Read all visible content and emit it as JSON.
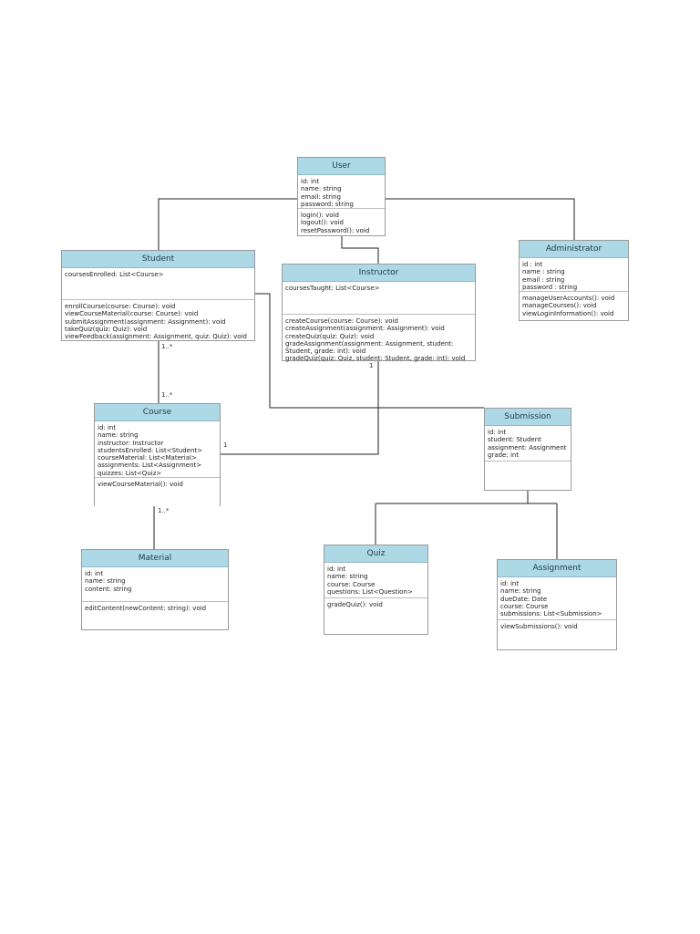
{
  "classes": {
    "user": {
      "name": "User",
      "attributes": [
        "id: int",
        "name: string",
        "email: string",
        "password: string"
      ],
      "methods": [
        "login(): void",
        "logout(): void",
        "resetPassword(): void"
      ]
    },
    "student": {
      "name": "Student",
      "attributes": [
        "coursesEnrolled: List<Course>"
      ],
      "methods": [
        "enrollCourse(course: Course): void",
        "viewCourseMaterial(course: Course): void",
        "submitAssignment(assignment: Assignment): void",
        "takeQuiz(quiz: Quiz): void",
        "viewFeedback(assignment: Assignment, quiz: Quiz): void"
      ]
    },
    "instructor": {
      "name": "Instructor",
      "attributes": [
        "coursesTaught: List<Course>"
      ],
      "methods": [
        "createCourse(course: Course): void",
        "createAssignment(assignment: Assignment): void",
        "createQuiz(quiz: Quiz): void",
        "gradeAssignment(assignment: Assignment, student:",
        "Student, grade: int): void",
        "gradeQuiz(quiz: Quiz, student: Student, grade: int): void"
      ]
    },
    "administrator": {
      "name": "Administrator",
      "attributes": [
        "id : int",
        "name : string",
        "email : string",
        "password : string"
      ],
      "methods": [
        "manageUserAccounts(): void",
        "manageCourses(): void",
        "viewLoginInformation(): void"
      ]
    },
    "course": {
      "name": "Course",
      "attributes": [
        "id: int",
        "name: string",
        "instructor: Instructor",
        "studentsEnrolled: List<Student>",
        "courseMaterial: List<Material>",
        "assignments: List<Assignment>",
        "quizzes: List<Quiz>"
      ],
      "methods": [
        "viewCourseMaterial(): void"
      ]
    },
    "submission": {
      "name": "Submission",
      "attributes": [
        "id: int",
        "student: Student",
        "assignment: Assignment",
        "grade: int"
      ],
      "methods": []
    },
    "material": {
      "name": "Material",
      "attributes": [
        "id: int",
        "name: string",
        "content: string"
      ],
      "methods": [
        "editContent(newContent: string): void"
      ]
    },
    "quiz": {
      "name": "Quiz",
      "attributes": [
        "id: int",
        "name: string",
        "course: Course",
        "questions: List<Question>"
      ],
      "methods": [
        "gradeQuiz(): void"
      ]
    },
    "assignment": {
      "name": "Assignment",
      "attributes": [
        "id: int",
        "name: string",
        "dueDate: Date",
        "course: Course",
        "submissions: List<Submission>"
      ],
      "methods": [
        "viewSubmissions(): void"
      ]
    }
  },
  "multiplicities": {
    "student_course_top": "1..*",
    "student_course_bottom": "1..*",
    "instructor_course_top": "1",
    "instructor_course_left": "1",
    "course_material": "1..*"
  },
  "colors": {
    "header": "#add8e6",
    "line": "#222222",
    "border": "#9a9a9a"
  }
}
